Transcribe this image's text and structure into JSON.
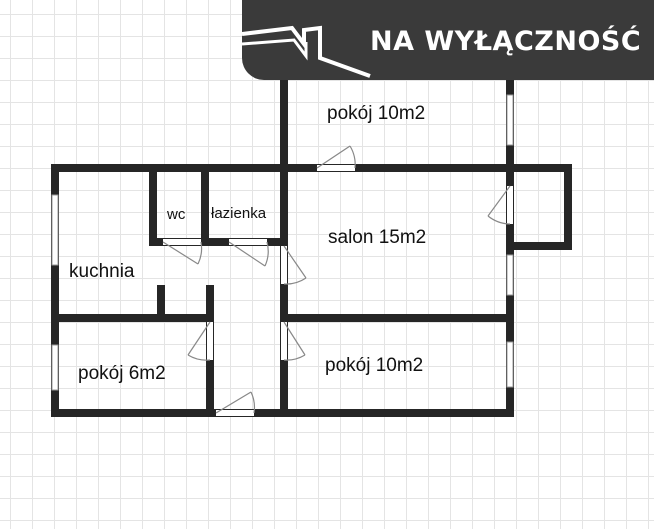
{
  "banner": {
    "text": "NA WYŁĄCZNOŚĆ",
    "background": "#3a3a3a",
    "text_color": "#ffffff",
    "logo_icon": "house-roof-icon"
  },
  "rooms": {
    "pokoj_top": "pokój 10m2",
    "wc": "wc",
    "lazienka": "łazienka",
    "salon": "salon 15m2",
    "kuchnia": "kuchnia",
    "pokoj_small": "pokój 6m2",
    "pokoj_bottom": "pokój 10m2"
  },
  "colors": {
    "wall": "#262626",
    "grid": "#e4e4e4",
    "door": "#888888"
  }
}
